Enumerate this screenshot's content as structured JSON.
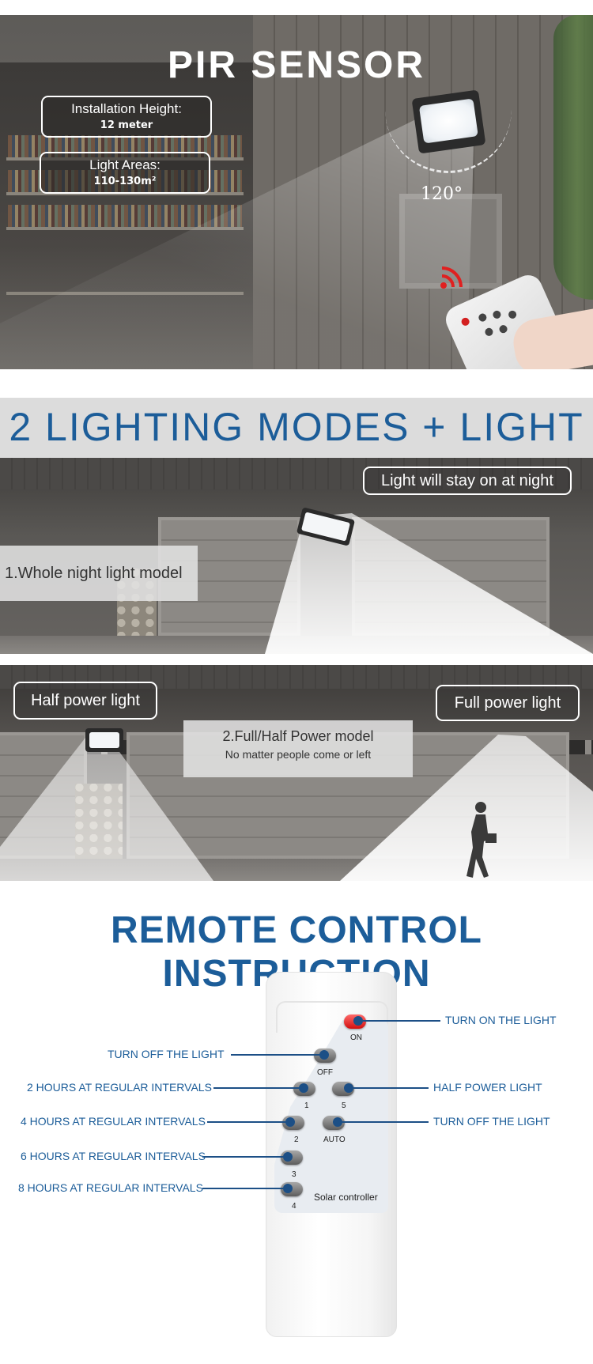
{
  "pir_section": {
    "title": "PIR SENSOR",
    "angle": "120°",
    "installation_height": {
      "label": "Installation Height:",
      "value": "12 meter"
    },
    "light_areas": {
      "label": "Light Areas:",
      "value": "110-130m²"
    }
  },
  "modes_section": {
    "banner": "2 LIGHTING MODES + LIGHT",
    "whole_night": {
      "tag": "Light will stay on at night",
      "label": "1.Whole night light model"
    },
    "power_model": {
      "half_tag": "Half power light",
      "full_tag": "Full power light",
      "title": "2.Full/Half Power model",
      "subtitle": "No matter people come or left"
    }
  },
  "remote_section": {
    "title": "REMOTE CONTROL INSTRUCTION",
    "brand": "Solar controller",
    "buttons": {
      "on": "ON",
      "off": "OFF",
      "b1": "1",
      "b5": "5",
      "b2": "2",
      "auto": "AUTO",
      "b3": "3",
      "b4": "4"
    },
    "annotations": {
      "turn_on": "TURN ON THE LIGHT",
      "turn_off_left": "TURN OFF THE LIGHT",
      "two_hours": "2 HOURS AT REGULAR INTERVALS",
      "half_power": "HALF POWER LIGHT",
      "four_hours": "4 HOURS AT REGULAR INTERVALS",
      "turn_off_right": "TURN OFF THE LIGHT",
      "six_hours": "6 HOURS AT REGULAR INTERVALS",
      "eight_hours": "8 HOURS AT REGULAR INTERVALS"
    }
  },
  "colors": {
    "accent_blue": "#1c5d99",
    "leader_blue": "#1c4f86",
    "on_button_red": "#d10f0f"
  },
  "icons": [
    "wifi-signal-icon",
    "flood-light-icon",
    "walking-person-icon"
  ]
}
